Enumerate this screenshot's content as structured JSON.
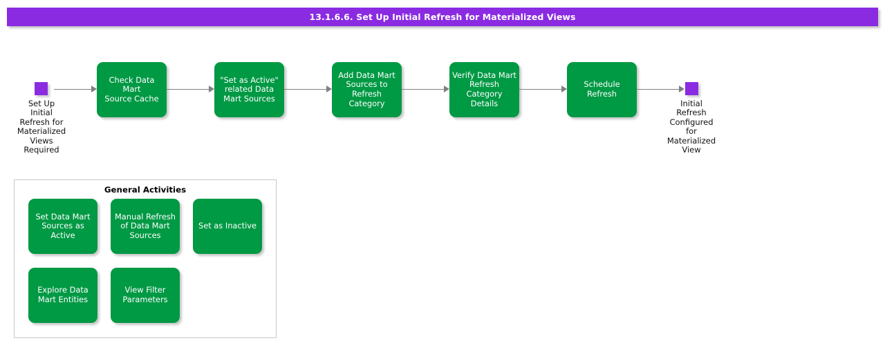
{
  "header": {
    "title": "13.1.6.6. Set Up Initial Refresh for Materialized Views",
    "background_color": "#8A2BE2",
    "text_color": "#FFFFFF"
  },
  "colors": {
    "accent_purple": "#8A2BE2",
    "node_green": "#009944",
    "connector_gray": "#808080",
    "panel_border": "#C8C8C8"
  },
  "flow": {
    "start": {
      "icon": "start-terminator-square",
      "label": "Set Up\nInitial\nRefresh for\nMaterialized\nViews\nRequired"
    },
    "steps": [
      {
        "label": "Check Data Mart\nSource Cache"
      },
      {
        "label": "\"Set as Active\"\nrelated Data\nMart Sources"
      },
      {
        "label": "Add Data Mart\nSources to\nRefresh\nCategory"
      },
      {
        "label": "Verify Data Mart\nRefresh\nCategory Details"
      },
      {
        "label": "Schedule\nRefresh"
      }
    ],
    "end": {
      "icon": "end-terminator-square",
      "label": "Initial\nRefresh\nConfigured\nfor\nMaterialized\nView"
    }
  },
  "general_activities": {
    "title": "General Activities",
    "rows": [
      [
        {
          "label": "Set Data Mart\nSources as\nActive"
        },
        {
          "label": "Manual Refresh\nof Data Mart\nSources"
        },
        {
          "label": "Set as Inactive"
        }
      ],
      [
        {
          "label": "Explore Data\nMart Entities"
        },
        {
          "label": "View Filter\nParameters"
        }
      ]
    ]
  }
}
